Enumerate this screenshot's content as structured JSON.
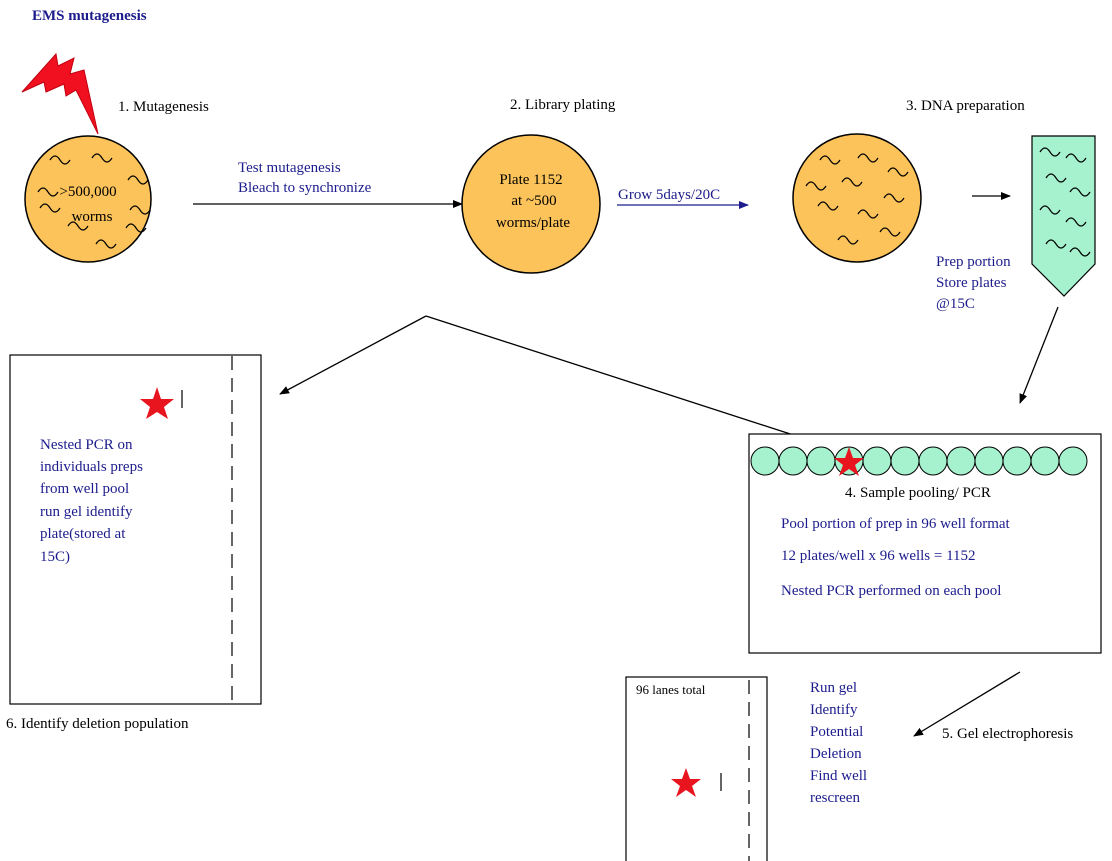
{
  "title": "EMS mutagenesis",
  "steps": {
    "s1": "1. Mutagenesis",
    "s2": "2. Library plating",
    "s3": "3. DNA preparation",
    "s4": "4. Sample pooling/ PCR",
    "s5": "5. Gel electrophoresis",
    "s6": "6. Identify deletion population"
  },
  "plate1": {
    "line1": ">500,000",
    "line2": "worms"
  },
  "plate2": {
    "line1": "Plate 1152",
    "line2": "at ~500",
    "line3": "worms/plate"
  },
  "arrow1": {
    "line1": "Test mutagenesis",
    "line2": "Bleach to synchronize"
  },
  "arrow2": {
    "line1": "Grow 5days/20C"
  },
  "prep": {
    "line1": "Prep portion",
    "line2": "Store plates",
    "line3": "@15C"
  },
  "pooling": {
    "line1": "Pool portion of prep in 96 well format",
    "line2": "12 plates/well x 96 wells = 1152",
    "line3": "Nested PCR performed on  each pool"
  },
  "gel": {
    "label": "96 lanes total",
    "notes": [
      "Run gel",
      "Identify",
      "Potential",
      "Deletion",
      "Find well",
      "rescreen"
    ]
  },
  "identify": {
    "lines": [
      "Nested PCR on",
      "individuals preps",
      "from well pool",
      "run gel identify",
      "plate(stored at",
      "15C)"
    ]
  },
  "colors": {
    "plate": "#fbc35a",
    "well": "#a6f2cf",
    "star": "#e8141e",
    "text_blue": "#1c1c8c"
  }
}
